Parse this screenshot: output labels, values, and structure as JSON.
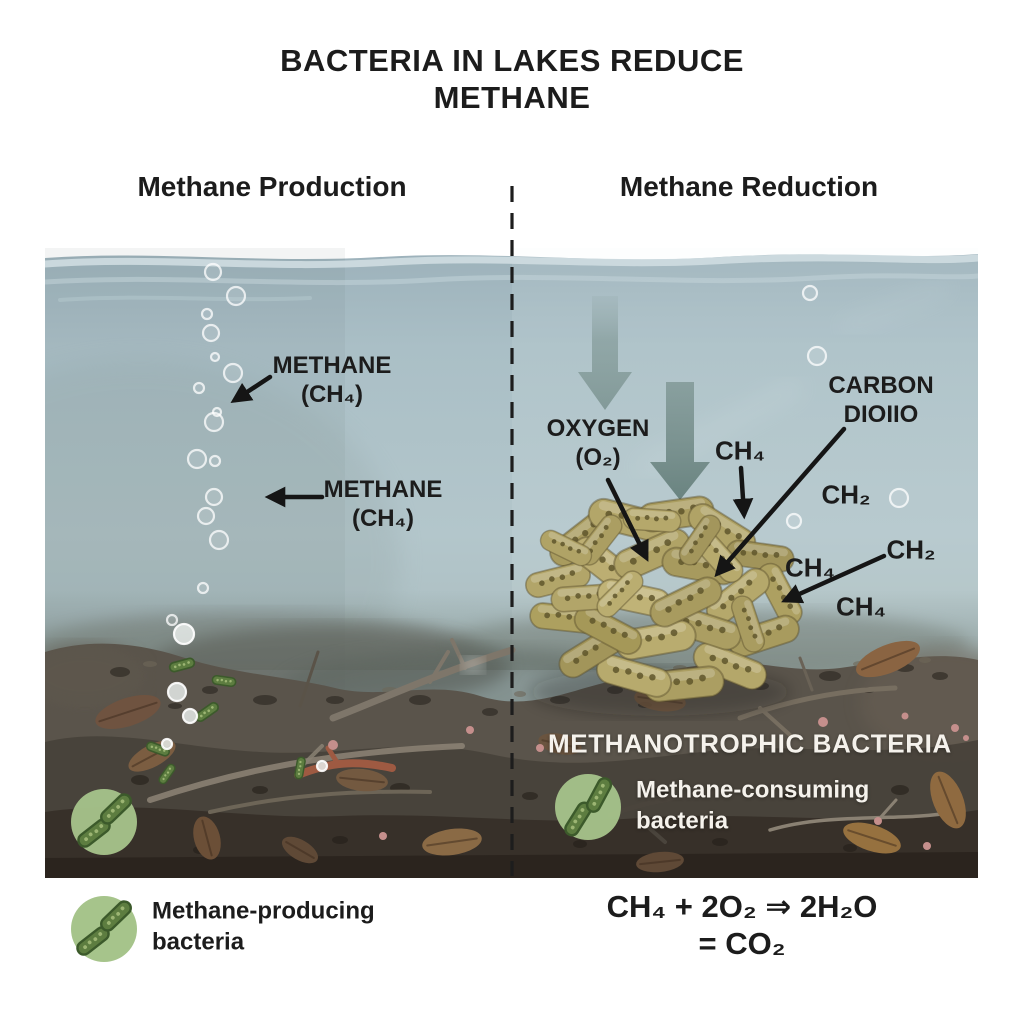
{
  "title": "BACTERIA IN LAKES REDUCE METHANE",
  "left_panel": {
    "heading": "Methane Production",
    "methane_label_1": "METHANE\n(CH₄)",
    "methane_label_2": "METHANE\n(CH₄)",
    "legend": "Methane-producing\nbacteria"
  },
  "right_panel": {
    "heading": "Methane Reduction",
    "oxygen_label": "OXYGEN\n(O₂)",
    "ch4_top": "CH₄",
    "carbon_dioxide": "CARBON\nDIOIIO",
    "ch2_upper": "CH₂",
    "ch4_mid": "CH₄",
    "ch2_right": "CH₂",
    "ch4_lower": "CH₄",
    "bacteria_heading": "METHANOTROPHIC BACTERIA",
    "legend": "Methane-consuming\nbacteria"
  },
  "equation": "CH₄ + 2O₂ ⇒ 2H₂O = CO₂",
  "colors": {
    "water_blue": "#aec2c8",
    "sediment_brown": "#5a544b",
    "sediment_dark": "#37302a",
    "bacteria_olive": "#b3a669",
    "legend_green": "#a6c48b",
    "oxygen_arrow_teal": "#6f8b87",
    "text_dark": "#1c1c1c",
    "text_light": "#f5f2ec"
  }
}
